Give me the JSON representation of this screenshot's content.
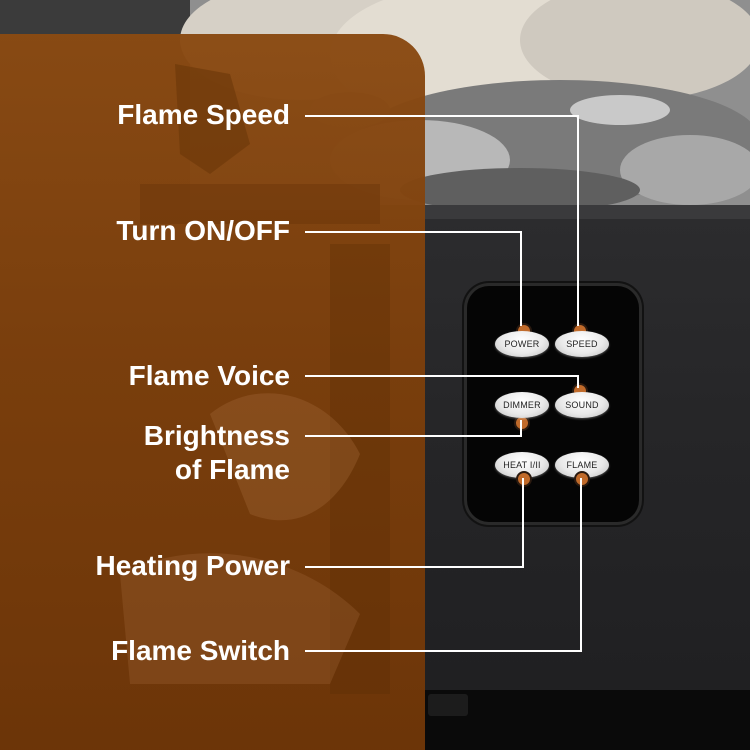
{
  "labels": {
    "flame_speed": "Flame Speed",
    "turn_on_off": "Turn ON/OFF",
    "flame_voice": "Flame Voice",
    "brightness_line1": "Brightness",
    "brightness_line2": "of Flame",
    "heating_power": "Heating Power",
    "flame_switch": "Flame Switch"
  },
  "buttons": {
    "power": "POWER",
    "speed": "SPEED",
    "dimmer": "DIMMER",
    "sound": "SOUND",
    "heat": "HEAT I/II",
    "flame": "FLAME"
  },
  "colors": {
    "overlay": "#7c3f0c",
    "label_text": "#ffffff",
    "indicator": "#c06a2a",
    "panel": "#050505"
  }
}
